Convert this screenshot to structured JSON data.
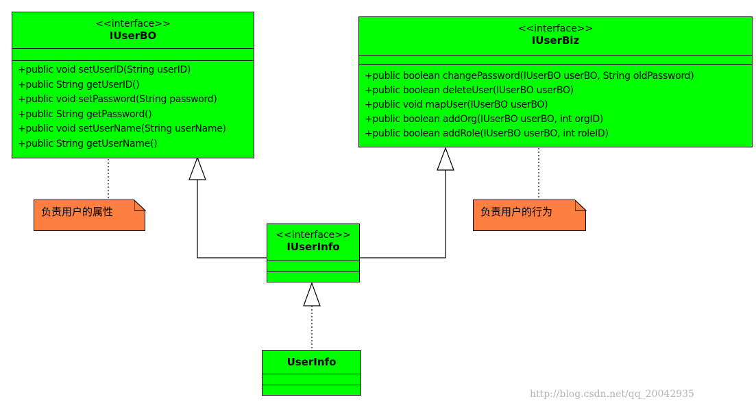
{
  "classes": {
    "iuserbo": {
      "stereotype": "<<interface>>",
      "name": "IUserBO",
      "operations": [
        "+public void setUserID(String userID)",
        "+public String getUserID()",
        "+public void setPassword(String password)",
        "+public String getPassword()",
        "+public void setUserName(String userName)",
        "+public String getUserName()"
      ]
    },
    "iuserbiz": {
      "stereotype": "<<interface>>",
      "name": "IUserBiz",
      "operations": [
        "+public boolean changePassword(IUserBO userBO, String oldPassword)",
        "+public boolean deleteUser(IUserBO userBO)",
        "+public void mapUser(IUserBO userBO)",
        "+public boolean addOrg(IUserBO userBO, int orgID)",
        "+public boolean addRole(IUserBO userBO, int roleID)"
      ]
    },
    "iuserinfo": {
      "stereotype": "<<interface>>",
      "name": "IUserInfo"
    },
    "userinfo": {
      "name": "UserInfo"
    }
  },
  "notes": {
    "attributes": "负责用户的属性",
    "behavior": "负责用户的行为"
  },
  "watermark": "http://blog.csdn.net/qq_20042935",
  "colors": {
    "class_fill": "#00ff00",
    "note_fill": "#ff7f40"
  }
}
